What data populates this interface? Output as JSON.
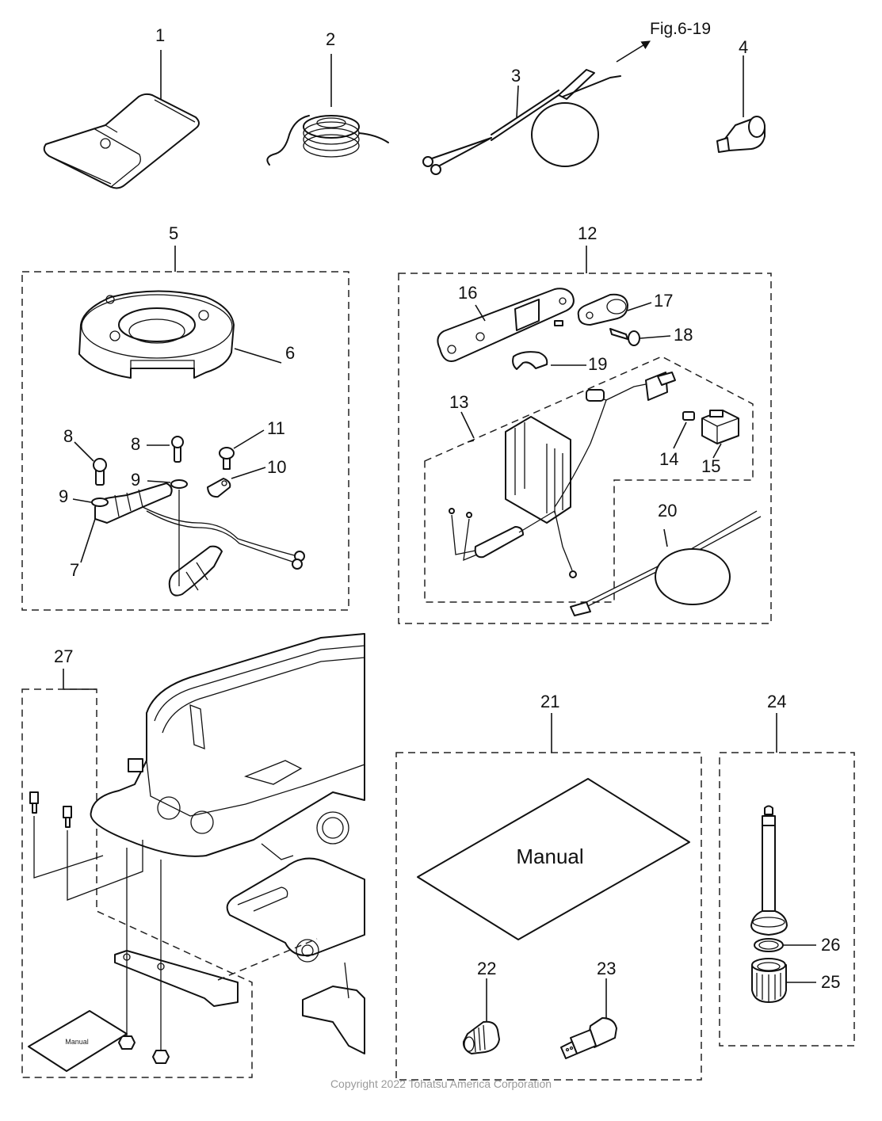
{
  "figure": {
    "reference_label": "Fig.6-19",
    "copyright": "Copyright 2022 Tohatsu America Corporation",
    "manual_text_large": "Manual",
    "manual_text_small": "Manual"
  },
  "callouts": {
    "c1": "1",
    "c2": "2",
    "c3": "3",
    "c4": "4",
    "c5": "5",
    "c6": "6",
    "c7": "7",
    "c8a": "8",
    "c8b": "8",
    "c9a": "9",
    "c9b": "9",
    "c10": "10",
    "c11": "11",
    "c12": "12",
    "c13": "13",
    "c14": "14",
    "c15": "15",
    "c16": "16",
    "c17": "17",
    "c18": "18",
    "c19": "19",
    "c20": "20",
    "c21": "21",
    "c22": "22",
    "c23": "23",
    "c24": "24",
    "c25": "25",
    "c26": "26",
    "c27": "27"
  },
  "groups": [
    {
      "id": "5",
      "contains": [
        "6",
        "7",
        "8",
        "9",
        "10",
        "11"
      ]
    },
    {
      "id": "12",
      "contains": [
        "13",
        "14",
        "15",
        "16",
        "17",
        "18",
        "19",
        "20"
      ]
    },
    {
      "id": "13",
      "contains": [
        "14",
        "15"
      ]
    },
    {
      "id": "21",
      "contains": [
        "22",
        "23"
      ]
    },
    {
      "id": "24",
      "contains": [
        "25",
        "26"
      ]
    },
    {
      "id": "27",
      "contains": []
    }
  ]
}
